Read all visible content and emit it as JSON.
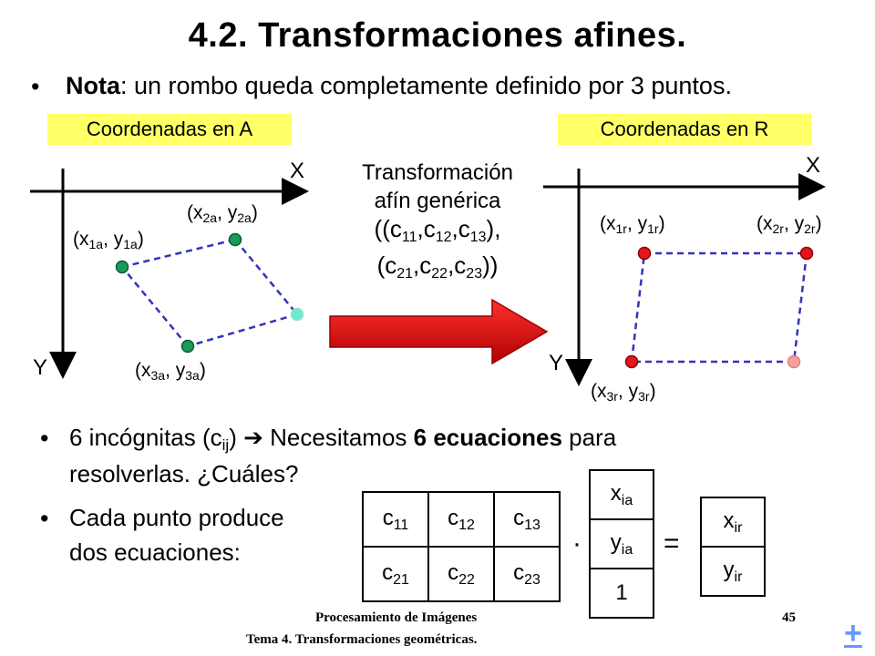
{
  "slide": {
    "title": "4.2. Transformaciones afines.",
    "note": {
      "label": "Nota",
      "text": ": un rombo queda completamente definido por 3 puntos."
    },
    "coord_a_label": "Coordenadas en A",
    "coord_r_label": "Coordenadas en R",
    "axis_x": "X",
    "axis_y": "Y",
    "points_a": {
      "p1": {
        "x": "x",
        "xs": "1a",
        "y": "y",
        "ys": "1a"
      },
      "p2": {
        "x": "x",
        "xs": "2a",
        "y": "y",
        "ys": "2a"
      },
      "p3": {
        "x": "x",
        "xs": "3a",
        "y": "y",
        "ys": "3a"
      }
    },
    "points_r": {
      "p1": {
        "x": "x",
        "xs": "1r",
        "y": "y",
        "ys": "1r"
      },
      "p2": {
        "x": "x",
        "xs": "2r",
        "y": "y",
        "ys": "2r"
      },
      "p3": {
        "x": "x",
        "xs": "3r",
        "y": "y",
        "ys": "3r"
      }
    },
    "transformation": {
      "line1": "Transformación",
      "line2": "afín genérica"
    },
    "bullet2": {
      "pre": "6 incógnitas (c",
      "sub": "ij",
      "mid": ") ",
      "arrow": "➔",
      "post1": " Necesitamos ",
      "bold": "6 ecuaciones",
      "post2": " para",
      "line2": "resolverlas. ¿Cuáles?"
    },
    "bullet3": {
      "line1": "Cada punto produce",
      "line2": "dos ecuaciones:"
    },
    "matrix_c": [
      [
        "11",
        "12",
        "13"
      ],
      [
        "21",
        "22",
        "23"
      ]
    ],
    "vector_a": {
      "x_sub": "ia",
      "y_sub": "ia",
      "one": "1"
    },
    "vector_r": {
      "x_sub": "ir",
      "y_sub": "ir"
    },
    "dot": "·",
    "equals": "=",
    "footer": {
      "line1": "Procesamiento de Imágenes",
      "line2": "Tema 4. Transformaciones geométricas.",
      "page": "45"
    },
    "plus": "+"
  },
  "colors": {
    "label_bg": "#ffff66",
    "green_point": "#1a9a5a",
    "cyan_point": "#66eecc",
    "red_point": "#e8141c",
    "pink_point": "#f4a0a0",
    "dash": "#3333bb",
    "arrow_red": "#ff0000"
  }
}
